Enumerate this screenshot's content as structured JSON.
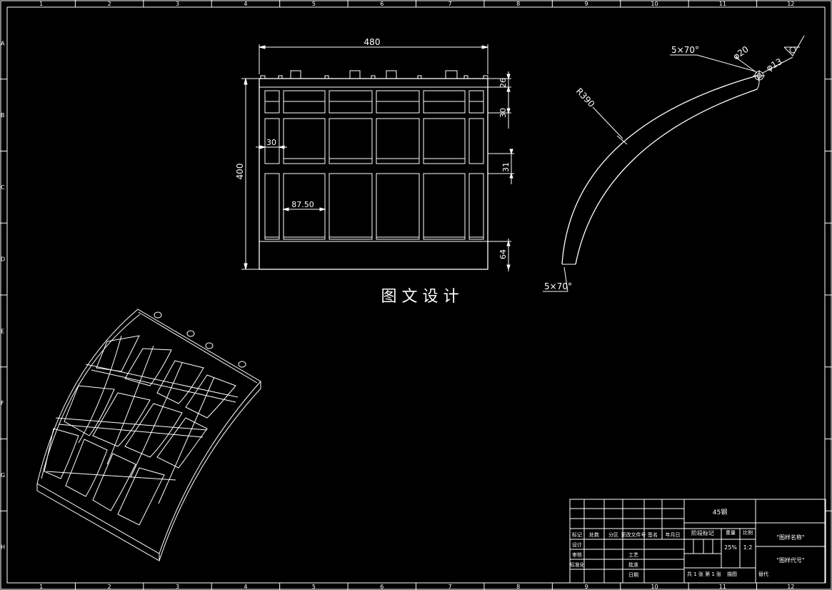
{
  "border": {
    "cols_top": [
      "1",
      "2",
      "3",
      "4",
      "5",
      "6",
      "7",
      "8",
      "9",
      "10",
      "11",
      "12"
    ],
    "cols_bottom": [
      "1",
      "2",
      "3",
      "4",
      "5",
      "6",
      "7",
      "8",
      "9",
      "10",
      "11",
      "12"
    ],
    "rows_left": [
      "A",
      "B",
      "C",
      "D",
      "E",
      "F",
      "G",
      "H"
    ]
  },
  "front_view": {
    "dim_width": "480",
    "dim_height": "400",
    "dim_top_rib": "26",
    "dim_row1": "30",
    "dim_gap": "31",
    "dim_bottom": "64",
    "dim_side": "30",
    "dim_cell": "87.50"
  },
  "side_view": {
    "radius": "R390",
    "chamfer_top": "5×70°",
    "chamfer_bottom": "5×70°",
    "hole_outer": "φ20",
    "hole_inner": "φ13"
  },
  "watermark": "图 文 设 计",
  "title_block": {
    "material": "45钢",
    "drawing_name": "\"图样名称\"",
    "drawing_code": "\"图样代号\"",
    "scale_value": "1:2",
    "weight_value": "25%",
    "header_labels": [
      "标记",
      "处数",
      "分区",
      "更改文件号",
      "签名",
      "年月日"
    ],
    "row_labels": [
      "设计",
      "审核",
      "标准化",
      "工艺",
      "批准",
      "日期"
    ],
    "stage_label": "阶段标记",
    "weight_label": "重量",
    "scale_label": "比例",
    "sheets_text": "共 1 张  第 1 张",
    "bottom_extra_1": "描图",
    "bottom_extra_2": "替代"
  }
}
